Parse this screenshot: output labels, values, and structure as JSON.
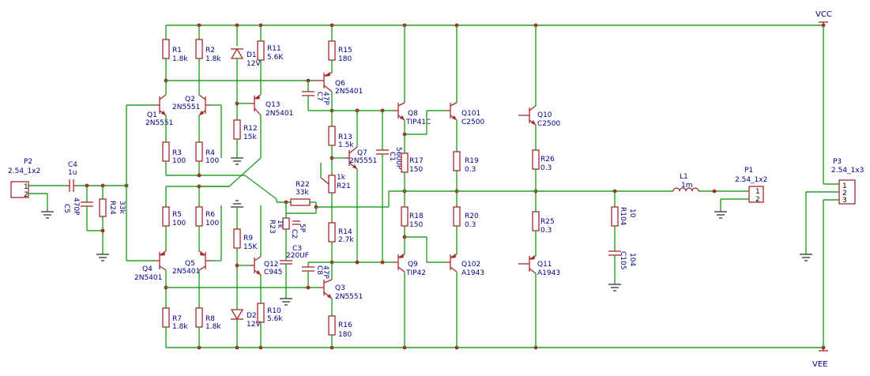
{
  "rails": {
    "vcc": "VCC",
    "vee": "VEE"
  },
  "connectors": {
    "p2": {
      "ref": "P2",
      "value": "2.54_1x2",
      "pins": [
        "1",
        "2"
      ]
    },
    "p1": {
      "ref": "P1",
      "value": "2.54_1x2",
      "pins": [
        "1",
        "2"
      ]
    },
    "p3": {
      "ref": "P3",
      "value": "2.54_1x3",
      "pins": [
        "1",
        "2",
        "3"
      ]
    }
  },
  "resistors": {
    "r1": {
      "ref": "R1",
      "value": "1.8k"
    },
    "r2": {
      "ref": "R2",
      "value": "1.8k"
    },
    "r3": {
      "ref": "R3",
      "value": "100"
    },
    "r4": {
      "ref": "R4",
      "value": "100"
    },
    "r5": {
      "ref": "R5",
      "value": "100"
    },
    "r6": {
      "ref": "R6",
      "value": "100"
    },
    "r7": {
      "ref": "R7",
      "value": "1.8k"
    },
    "r8": {
      "ref": "R8",
      "value": "1.8k"
    },
    "r9": {
      "ref": "R9",
      "value": "15K"
    },
    "r10": {
      "ref": "R10",
      "value": "5.6k"
    },
    "r11": {
      "ref": "R11",
      "value": "5.6K"
    },
    "r12": {
      "ref": "R12",
      "value": "15k"
    },
    "r13": {
      "ref": "R13",
      "value": "1.5k"
    },
    "r14": {
      "ref": "R14",
      "value": "2.7k"
    },
    "r15": {
      "ref": "R15",
      "value": "180"
    },
    "r16": {
      "ref": "R16",
      "value": "180"
    },
    "r17": {
      "ref": "R17",
      "value": "150"
    },
    "r18": {
      "ref": "R18",
      "value": "150"
    },
    "r19": {
      "ref": "R19",
      "value": "0.3"
    },
    "r20": {
      "ref": "R20",
      "value": "0.3"
    },
    "r21": {
      "ref": "R21",
      "value": "1k"
    },
    "r22": {
      "ref": "R22",
      "value": "33k"
    },
    "r23": {
      "ref": "R23",
      "value": "1k"
    },
    "r24": {
      "ref": "R24",
      "value": "33k"
    },
    "r25": {
      "ref": "R25",
      "value": "0.3"
    },
    "r26": {
      "ref": "R26",
      "value": "0.3"
    },
    "r104": {
      "ref": "R104",
      "value": "10"
    }
  },
  "capacitors": {
    "c2": {
      "ref": "C2",
      "value": "5P"
    },
    "c3": {
      "ref": "C3",
      "value": "220UF"
    },
    "c4": {
      "ref": "C4",
      "value": "1u"
    },
    "c5": {
      "ref": "C5",
      "value": "470P"
    },
    "c7": {
      "ref": "C7",
      "value": "47P"
    },
    "c8": {
      "ref": "C8",
      "value": "47P"
    },
    "c1": {
      "ref": "C1",
      "value": "5600P"
    },
    "c105": {
      "ref": "C105",
      "value": "104"
    }
  },
  "diodes": {
    "d1": {
      "ref": "D1",
      "value": "12V"
    },
    "d2": {
      "ref": "D2",
      "value": "12V"
    }
  },
  "inductors": {
    "l1": {
      "ref": "L1",
      "value": "1m"
    }
  },
  "transistors": {
    "q1": {
      "ref": "Q1",
      "value": "2N5551"
    },
    "q2": {
      "ref": "Q2",
      "value": "2N5551"
    },
    "q3": {
      "ref": "Q3",
      "value": "2N5551"
    },
    "q4": {
      "ref": "Q4",
      "value": "2N5401"
    },
    "q5": {
      "ref": "Q5",
      "value": "2N5401"
    },
    "q6": {
      "ref": "Q6",
      "value": "2N5401"
    },
    "q7": {
      "ref": "Q7",
      "value": "2N5551"
    },
    "q8": {
      "ref": "Q8",
      "value": "TIP41C"
    },
    "q9": {
      "ref": "Q9",
      "value": "TIP42"
    },
    "q10": {
      "ref": "Q10",
      "value": "C2500"
    },
    "q11": {
      "ref": "Q11",
      "value": "A1943"
    },
    "q12": {
      "ref": "Q12",
      "value": "C945"
    },
    "q13": {
      "ref": "Q13",
      "value": "2N5401"
    },
    "q101": {
      "ref": "Q101",
      "value": "C2500"
    },
    "q102": {
      "ref": "Q102",
      "value": "A1943"
    }
  }
}
